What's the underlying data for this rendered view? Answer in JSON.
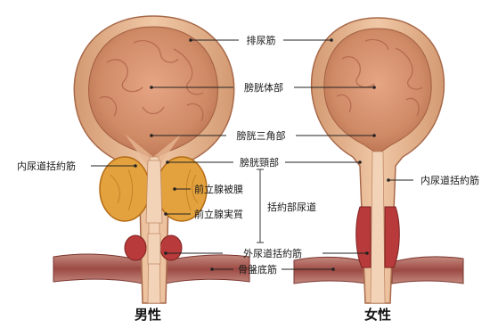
{
  "colors": {
    "background": "#ffffff",
    "bladder_wall_outer": "#d9a27a",
    "bladder_wall_inner": "#e8b891",
    "bladder_lumen": "#d08a66",
    "bladder_fold": "#b96b4c",
    "prostate": "#e3a23e",
    "sphincter_muscle": "#b83a3a",
    "pelvic_floor_muscle": "#9c4a44",
    "label_line": "#222222"
  },
  "icons": [
    "male-bladder-illustration",
    "female-bladder-illustration"
  ],
  "labels": {
    "detrusor": "排尿筋",
    "bladder_body": "膀胱体部",
    "trigone": "膀胱三角部",
    "bladder_neck": "膀胱頸部",
    "internal_sphincter": "内尿道括約筋",
    "prostate_capsule": "前立腺被膜",
    "prostate_parenchyma": "前立腺実質",
    "sphincteric_urethra": "括約部尿道",
    "external_sphincter": "外尿道括約筋",
    "pelvic_floor": "骨盤底筋"
  },
  "captions": {
    "male": "男性",
    "female": "女性"
  }
}
